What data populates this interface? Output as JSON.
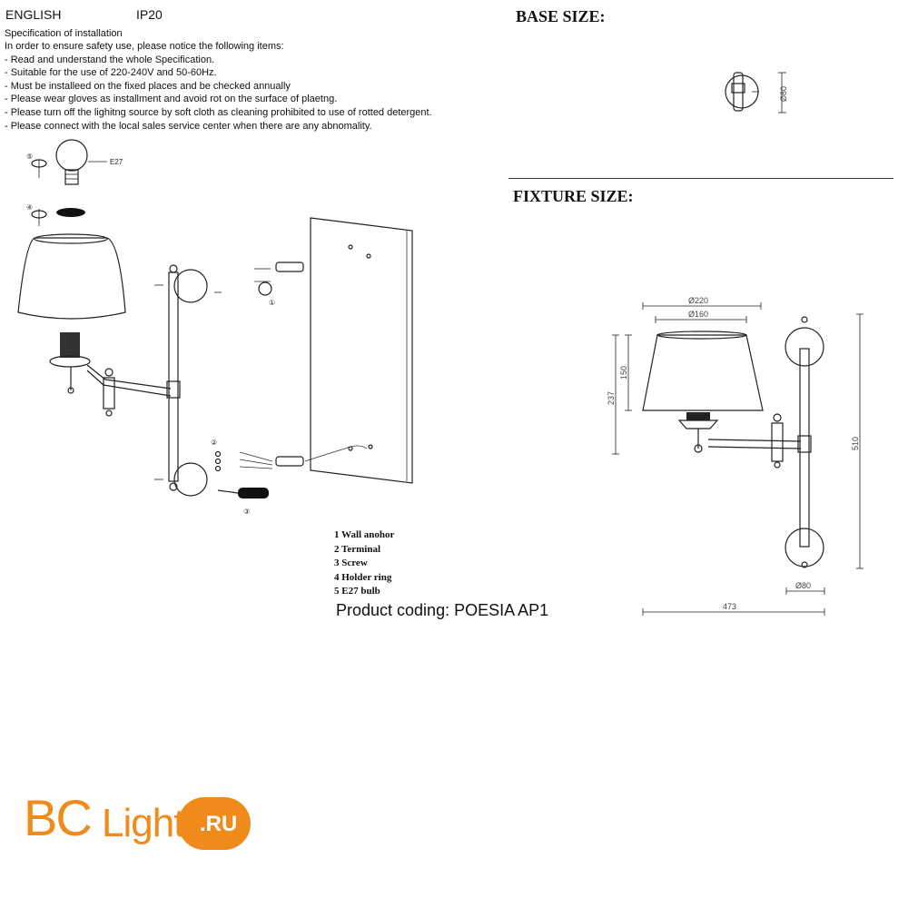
{
  "header": {
    "language": "ENGLISH",
    "protection": "IP20"
  },
  "specification": {
    "title": "Specification of installation",
    "items": [
      "In order to ensure safety use, please notice the following items:",
      "- Read and understand the whole Specification.",
      "- Suitable for the use of 220-240V and 50-60Hz.",
      "- Must be installeed on the fixed places and be checked annually",
      "- Please wear gloves as installment and avoid rot on the surface of plaetng.",
      "- Please turn off the lighitng source by soft cloth as cleaning prohibited to use of rotted detergent.",
      "- Please connect with the local sales service center when there are any abnomality."
    ]
  },
  "sections": {
    "base_size": "BASE SIZE:",
    "fixture_size": "FIXTURE SIZE:"
  },
  "base_dims": {
    "diameter": "Ø80"
  },
  "fixture_dims": {
    "shade_top": "Ø220",
    "shade_bottom": "Ø160",
    "shade_height": "150",
    "total_lamp_height": "237",
    "total_height": "510",
    "base_diameter": "Ø80",
    "total_depth": "473"
  },
  "callouts": {
    "bulb_label": "E27",
    "c1": "①",
    "c2": "②",
    "c3": "③",
    "c4": "④",
    "c5": "⑤"
  },
  "legend": [
    "1 Wall anohor",
    "2 Terminal",
    "3 Screw",
    "4 Holder ring",
    "5 E27 bulb"
  ],
  "product": {
    "coding": "Product coding: POESIA AP1"
  },
  "logo": {
    "text": "BCLight.RU",
    "brand_color": "#f08a1a"
  }
}
